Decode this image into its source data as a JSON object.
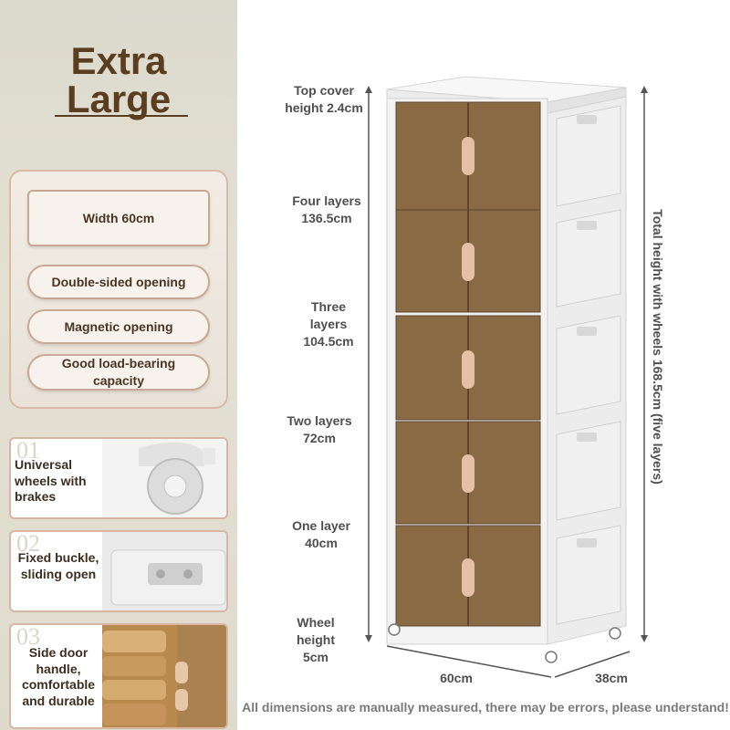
{
  "title": {
    "line1": "Extra",
    "line2": "Large"
  },
  "features": {
    "width": "Width 60cm",
    "double_sided": "Double-sided opening",
    "magnetic": "Magnetic opening",
    "load_bearing": "Good load-bearing capacity"
  },
  "thumbnails": [
    {
      "number": "01",
      "caption": "Universal wheels with brakes"
    },
    {
      "number": "02",
      "caption": "Fixed buckle, sliding open"
    },
    {
      "number": "03",
      "caption": "Side door handle, comfortable and durable"
    }
  ],
  "dimensions": {
    "top_cover": "Top cover height 2.4cm",
    "four_layers": "Four layers 136.5cm",
    "three_layers": "Three layers 104.5cm",
    "two_layers": "Two layers 72cm",
    "one_layer": "One layer 40cm",
    "wheel_height": "Wheel height 5cm",
    "width": "60cm",
    "depth": "38cm",
    "total_height": "Total height with wheels 168.5cm (five layers)"
  },
  "footer": "All dimensions are manually measured, there may be errors, please understand!",
  "colors": {
    "accent_brown": "#5b3d20",
    "panel_amber": "#8a6a45",
    "cabinet_white": "#f4f4f4"
  }
}
